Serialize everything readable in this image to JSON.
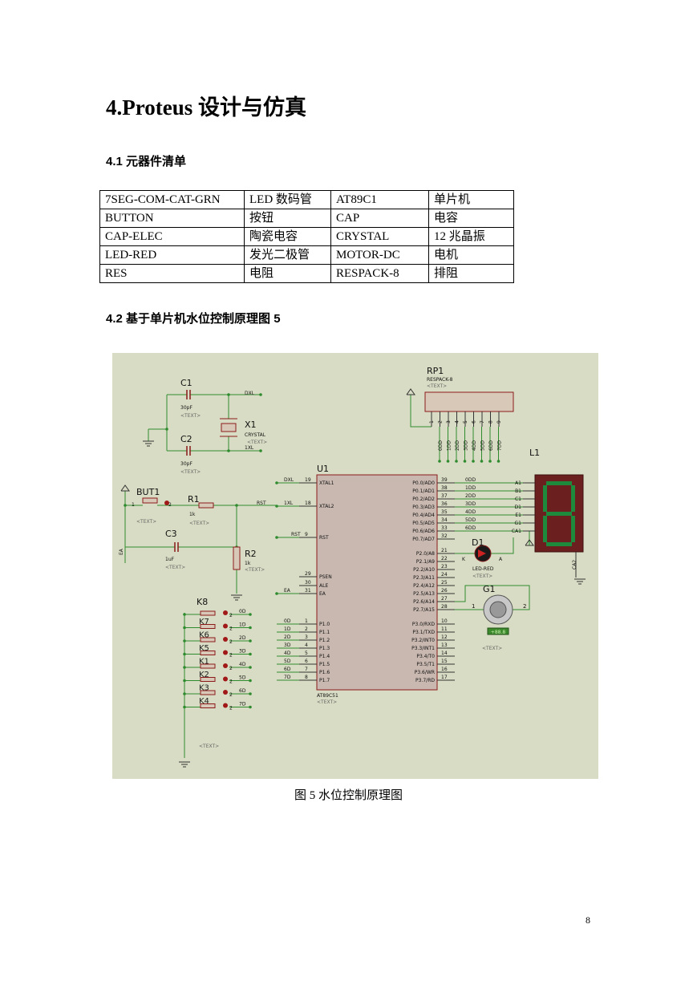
{
  "heading": "4.Proteus 设计与仿真",
  "section1": "4.1 元器件清单",
  "parts_table": [
    [
      "7SEG-COM-CAT-GRN",
      "LED 数码管",
      "AT89C1",
      "单片机"
    ],
    [
      "BUTTON",
      "按钮",
      "CAP",
      "电容"
    ],
    [
      "CAP-ELEC",
      "陶瓷电容",
      "CRYSTAL",
      "12 兆晶振"
    ],
    [
      "LED-RED",
      "发光二极管",
      "MOTOR-DC",
      "电机"
    ],
    [
      "RES",
      "电阻",
      "RESPACK-8",
      "排阻"
    ]
  ],
  "section2": "4.2 基于单片机水位控制原理图 5",
  "schematic": {
    "c1": "C1",
    "c1_val": "30pF",
    "c2": "C2",
    "c2_val": "30pF",
    "x1": "X1",
    "x1_type": "CRYSTAL",
    "rp1": "RP1",
    "rp1_type": "RESPACK-8",
    "u1": "U1",
    "u1_type": "AT89C51",
    "but1": "BUT1",
    "r1": "R1",
    "r1_val": "1k",
    "r2": "R2",
    "r2_val": "1k",
    "c3": "C3",
    "c3_val": "1uF",
    "d1": "D1",
    "d1_type": "LED-RED",
    "g1": "G1",
    "l1": "L1",
    "k8": "K8",
    "text_tag": "<TEXT>",
    "net_xl": "DXL",
    "net_1xl": "1XL",
    "net_rst": "RST",
    "net_ea": "EA",
    "u1_left_pins": [
      {
        "num": "19",
        "name": "XTAL1"
      },
      {
        "num": "18",
        "name": "XTAL2"
      },
      {
        "num": "9",
        "name": "RST"
      },
      {
        "num": "29",
        "name": "PSEN"
      },
      {
        "num": "30",
        "name": "ALE"
      },
      {
        "num": "31",
        "name": "EA"
      }
    ],
    "u1_p1_pins": [
      {
        "num": "1",
        "name": "P1.0",
        "net": "0D"
      },
      {
        "num": "2",
        "name": "P1.1",
        "net": "1D"
      },
      {
        "num": "3",
        "name": "P1.2",
        "net": "2D"
      },
      {
        "num": "4",
        "name": "P1.3",
        "net": "3D"
      },
      {
        "num": "5",
        "name": "P1.4",
        "net": "4D"
      },
      {
        "num": "6",
        "name": "P1.5",
        "net": "5D"
      },
      {
        "num": "7",
        "name": "P1.6",
        "net": "6D"
      },
      {
        "num": "8",
        "name": "P1.7",
        "net": "7D"
      }
    ],
    "u1_p0_pins": [
      {
        "num": "39",
        "name": "P0.0/AD0",
        "net": "0DD"
      },
      {
        "num": "38",
        "name": "P0.1/AD1",
        "net": "1DD"
      },
      {
        "num": "37",
        "name": "P0.2/AD2",
        "net": "2DD"
      },
      {
        "num": "36",
        "name": "P0.3/AD3",
        "net": "3DD"
      },
      {
        "num": "35",
        "name": "P0.4/AD4",
        "net": "4DD"
      },
      {
        "num": "34",
        "name": "P0.5/AD5",
        "net": "5DD"
      },
      {
        "num": "33",
        "name": "P0.6/AD6",
        "net": "6DD"
      },
      {
        "num": "32",
        "name": "P0.7/AD7",
        "net": ""
      }
    ],
    "u1_p2_pins": [
      {
        "num": "21",
        "name": "P2.0/A8"
      },
      {
        "num": "22",
        "name": "P2.1/A9"
      },
      {
        "num": "23",
        "name": "P2.2/A10"
      },
      {
        "num": "24",
        "name": "P2.3/A11"
      },
      {
        "num": "25",
        "name": "P2.4/A12"
      },
      {
        "num": "26",
        "name": "P2.5/A13"
      },
      {
        "num": "27",
        "name": "P2.6/A14"
      },
      {
        "num": "28",
        "name": "P2.7/A15"
      }
    ],
    "u1_p3_pins": [
      {
        "num": "10",
        "name": "P3.0/RXD"
      },
      {
        "num": "11",
        "name": "P3.1/TXD"
      },
      {
        "num": "12",
        "name": "P3.2/INT0"
      },
      {
        "num": "13",
        "name": "P3.3/INT1"
      },
      {
        "num": "14",
        "name": "P3.4/T0"
      },
      {
        "num": "15",
        "name": "P3.5/T1"
      },
      {
        "num": "16",
        "name": "P3.6/WR"
      },
      {
        "num": "17",
        "name": "P3.7/RD"
      }
    ],
    "seg_pins": [
      "A1",
      "B1",
      "C1",
      "D1",
      "E1",
      "G1",
      "CA1"
    ],
    "rp1_nets": [
      "0DD",
      "1DD",
      "2DD",
      "3DD",
      "4DD",
      "5DD",
      "6DD",
      "7DD"
    ],
    "rp1_pins": [
      "1",
      "2",
      "3",
      "4",
      "5",
      "6",
      "7",
      "8",
      "9"
    ],
    "switch_labels": [
      "K7",
      "K6",
      "K5",
      "K1",
      "K2",
      "K3",
      "K4"
    ],
    "switch_nets": [
      "0D",
      "1D",
      "2D",
      "3D",
      "4D",
      "5D",
      "6D",
      "7D"
    ],
    "d1_k": "K",
    "d1_a": "A",
    "motor_pins": [
      "1",
      "2"
    ],
    "seg_digit": "8",
    "motor_readout": "+88.8",
    "colors": {
      "background": "#d9dcc4",
      "wire": "#2e8b2e",
      "part": "#8b1a1a",
      "body": "#c8b8b0",
      "segment": "#1e8a3c"
    }
  },
  "caption": "图 5 水位控制原理图",
  "page_number": "8"
}
